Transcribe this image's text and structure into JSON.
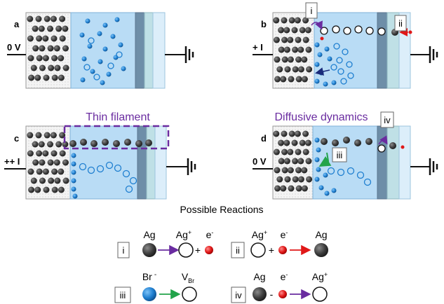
{
  "panels": {
    "a": {
      "letter": "a",
      "voltage": "0 V"
    },
    "b": {
      "letter": "b",
      "voltage": "+ I",
      "marker_left": "i",
      "marker_right": "ii"
    },
    "c": {
      "letter": "c",
      "voltage": "++ I",
      "caption": "Thin filament"
    },
    "d": {
      "letter": "d",
      "voltage": "0 V",
      "caption": "Diffusive dynamics",
      "marker_top": "iv",
      "marker_mid": "iii"
    }
  },
  "reactions": {
    "title": "Possible Reactions",
    "i": {
      "label": "i",
      "lhs": "Ag",
      "rhs": "Ag",
      "rhs_sup": "+",
      "e": "e",
      "e_sup": "-",
      "plus": "+"
    },
    "ii": {
      "label": "ii",
      "lhs": "Ag",
      "lhs_sup": "+",
      "e": "e",
      "e_sup": "-",
      "rhs": "Ag",
      "plus": "+"
    },
    "iii": {
      "label": "iii",
      "lhs": "Br",
      "lhs_sup": "-",
      "rhs": "V",
      "rhs_sub": "Br"
    },
    "iv": {
      "label": "iv",
      "lhs": "Ag",
      "e": "e",
      "e_sup": "-",
      "rhs": "Ag",
      "rhs_sup": "+",
      "minus": "-"
    }
  },
  "colors": {
    "ag_atom": "#4a4a4a",
    "br_ion": "#1f7fd0",
    "electron": "#e01818",
    "perovskite": "#b9dcf5",
    "accent_purple": "#6a2ca0",
    "arrow_green": "#22a34a",
    "arrow_red": "#e01818",
    "arrow_navy": "#1a2a7a"
  }
}
